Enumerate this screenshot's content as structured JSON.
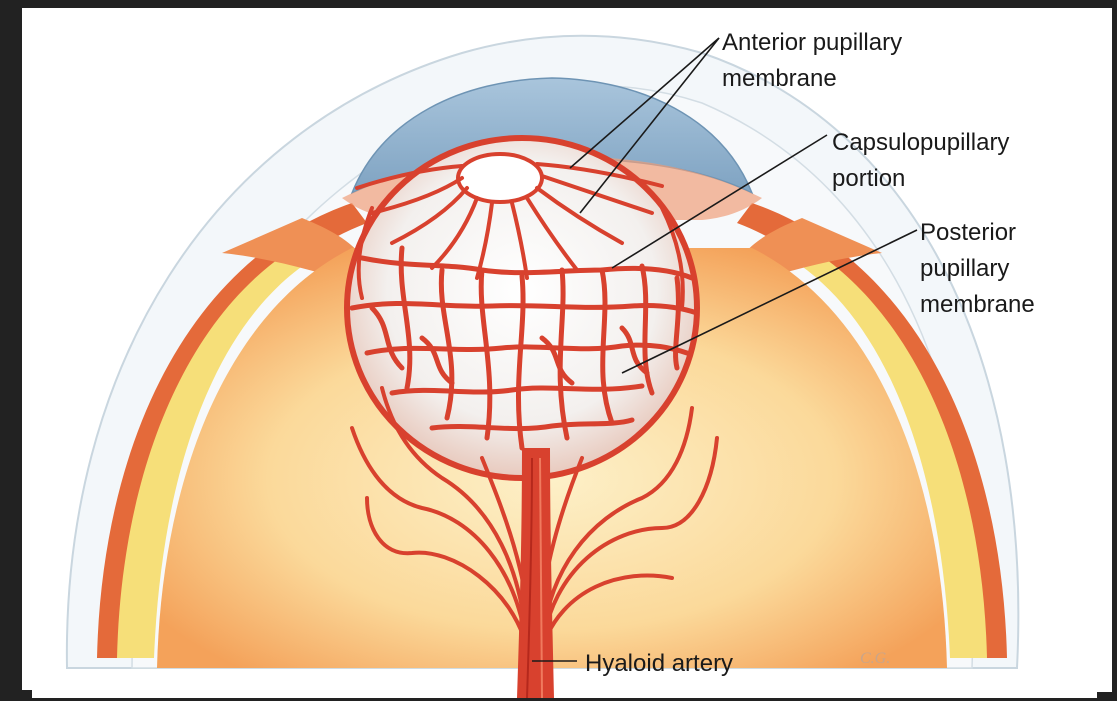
{
  "labels": {
    "anterior_line1": "Anterior pupillary",
    "anterior_line2": "membrane",
    "capsulo_line1": "Capsulopupillary",
    "capsulo_line2": "portion",
    "posterior_line1": "Posterior",
    "posterior_line2": "pupillary",
    "posterior_line3": "membrane",
    "hyaloid": "Hyaloid artery"
  },
  "artist_signature": "C.G.",
  "colors": {
    "background": "#222222",
    "panel": "#ffffff",
    "vessel": "#d8412e",
    "vessel_dark": "#b5281c",
    "wall_orange": "#e46a3a",
    "yellow_layer": "#f6df79",
    "vitreous": "#fbe0a8",
    "cornea_blue": "#8fb3cf",
    "outline": "#c9d6df",
    "leader_line": "#1a1a1a"
  }
}
